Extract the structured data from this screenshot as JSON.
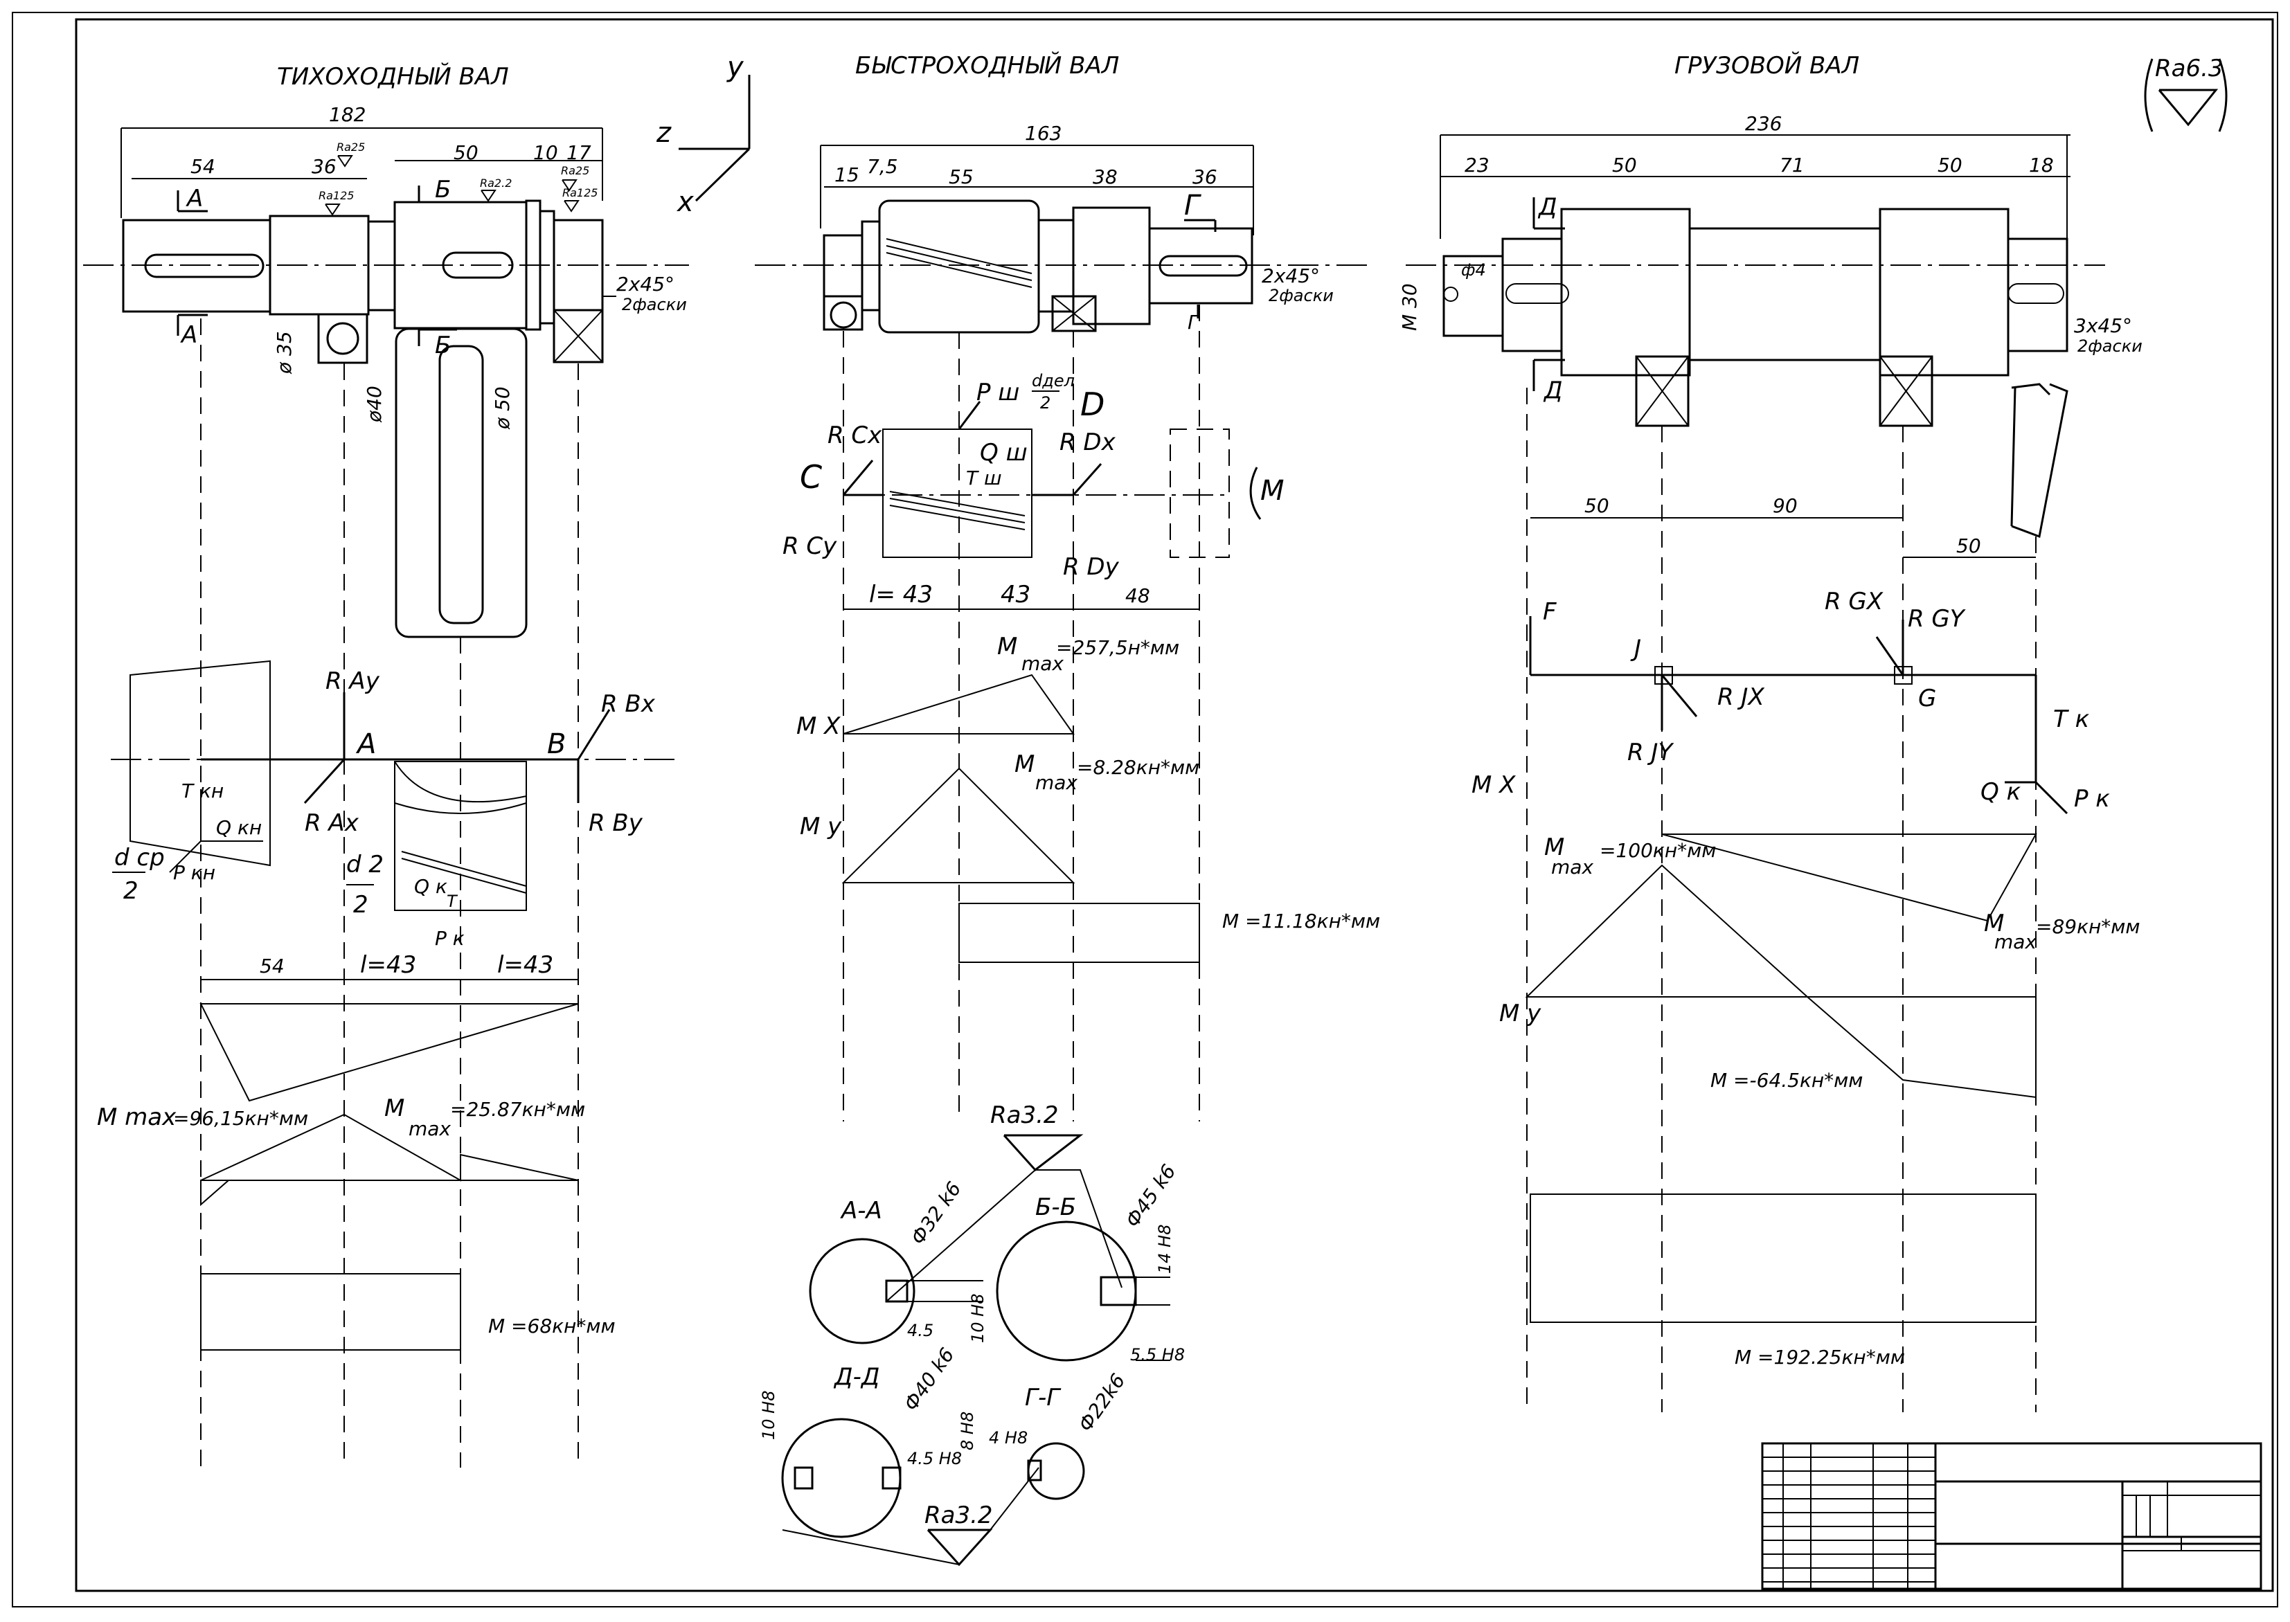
{
  "titles": {
    "slow_shaft": "ТИХОХОДНЫЙ   ВАЛ",
    "fast_shaft": "БЫСТРОХОДНЫЙ   ВАЛ",
    "cargo_shaft": "ГРУЗОВОЙ   ВАЛ"
  },
  "roughness_general": "Ra6.3",
  "axes": {
    "y": "y",
    "z": "z",
    "x": "x"
  },
  "slow": {
    "total": "182",
    "d54": "54",
    "d36": "36",
    "d50": "50",
    "d10": "10",
    "d17": "17",
    "chamfer": "2х45°",
    "chamfer_note": "2фаски",
    "dia35": "ø 35",
    "dia40": "ø40",
    "dia50": "ø 50",
    "sec_a": "А",
    "sec_b": "Б",
    "ra_small": "Ra25",
    "ra_small2": "Ra125",
    "ra_b": "Ra2.2",
    "RAy": "R Ay",
    "A": "A",
    "RAx": "R Ax",
    "RBx": "R Bx",
    "B": "B",
    "RBy": "R By",
    "Tkn": "T кн",
    "Qkn": "Q кн",
    "Pkn": "P кн",
    "dcp": "d ср",
    "two": "2",
    "d2": "d 2",
    "Qk": "Q к",
    "T": "T",
    "Pk": "P к",
    "dim54b": "54",
    "l43a": "l=43",
    "l43b": "l=43",
    "mmax1_label": "M  max",
    "mmax1_val": "=96,15кн*мм",
    "mmax2_label": "M",
    "mmax2_sub": "max",
    "mmax2_val": "=25.87кн*мм",
    "torque": "M =68кн*мм"
  },
  "fast": {
    "total": "163",
    "d15": "15",
    "d75": "7,5",
    "d55": "55",
    "d38": "38",
    "d36": "36",
    "chamfer": "2х45°",
    "chamfer_note": "2фаски",
    "sec_g": "Г",
    "Psh": "P ш",
    "ddel": "dдел",
    "two": "2",
    "D": "D",
    "RCx": "R Cx",
    "Qsh": "Q ш",
    "RDx": "R Dx",
    "C": "C",
    "Tsh": "T ш",
    "M": "M",
    "RCy": "R Cy",
    "RDy": "R Dy",
    "l43": "l=  43",
    "d43": "43",
    "d48": "48",
    "mmax_x_label": "M",
    "mmax_x_sub": "max",
    "mmax_x_val": "=257,5н*мм",
    "Mx": "M X",
    "mmax_y_label": "M",
    "mmax_y_sub": "max",
    "mmax_y_val": "=8.28кн*мм",
    "My": "M y",
    "torque": "M =11.18кн*мм"
  },
  "cargo": {
    "total": "236",
    "d23": "23",
    "d50a": "50",
    "d71": "71",
    "d50b": "50",
    "d18": "18",
    "m30": "М 30",
    "phi4": "ф4",
    "sec_d": "Д",
    "chamfer": "3х45°",
    "chamfer_note": "2фаски",
    "d50c": "50",
    "d90": "90",
    "d50d": "50",
    "F": "F",
    "RGX": "R GX",
    "RGY": "R GY",
    "J": "J",
    "G": "G",
    "RJX": "R JX",
    "RJY": "R JY",
    "Tk": "T к",
    "Qk": "Q к",
    "Pk": "P к",
    "Mx": "M  X",
    "mmax1_label": "M",
    "mmax1_sub": "max",
    "mmax1_val": "=100кн*мм",
    "mmax2_label": "M",
    "mmax2_sub": "max",
    "mmax2_val": "=89кн*мм",
    "My": "M y",
    "moment": "M =-64.5кн*мм",
    "torque": "M =192.25кн*мм"
  },
  "sections": {
    "ra32a": "Ra3.2",
    "ra32b": "Ra3.2",
    "aa": "А-А",
    "aa_dia": "Ф32 k6",
    "aa_w": "4.5",
    "aa_h": "10 Н8",
    "bb": "Б-Б",
    "bb_dia": "Ф45 k6",
    "bb_h": "14 Н8",
    "bb_w": "5.5 Н8",
    "dd": "Д-Д",
    "dd_dia": "Ф40 k6",
    "dd_w": "4.5 Н8",
    "dd_h": "10 Н8",
    "gg": "Г-Г",
    "gg_dia": "Ф22k6",
    "gg_w": "4 Н8",
    "gg_h": "8 Н8"
  }
}
